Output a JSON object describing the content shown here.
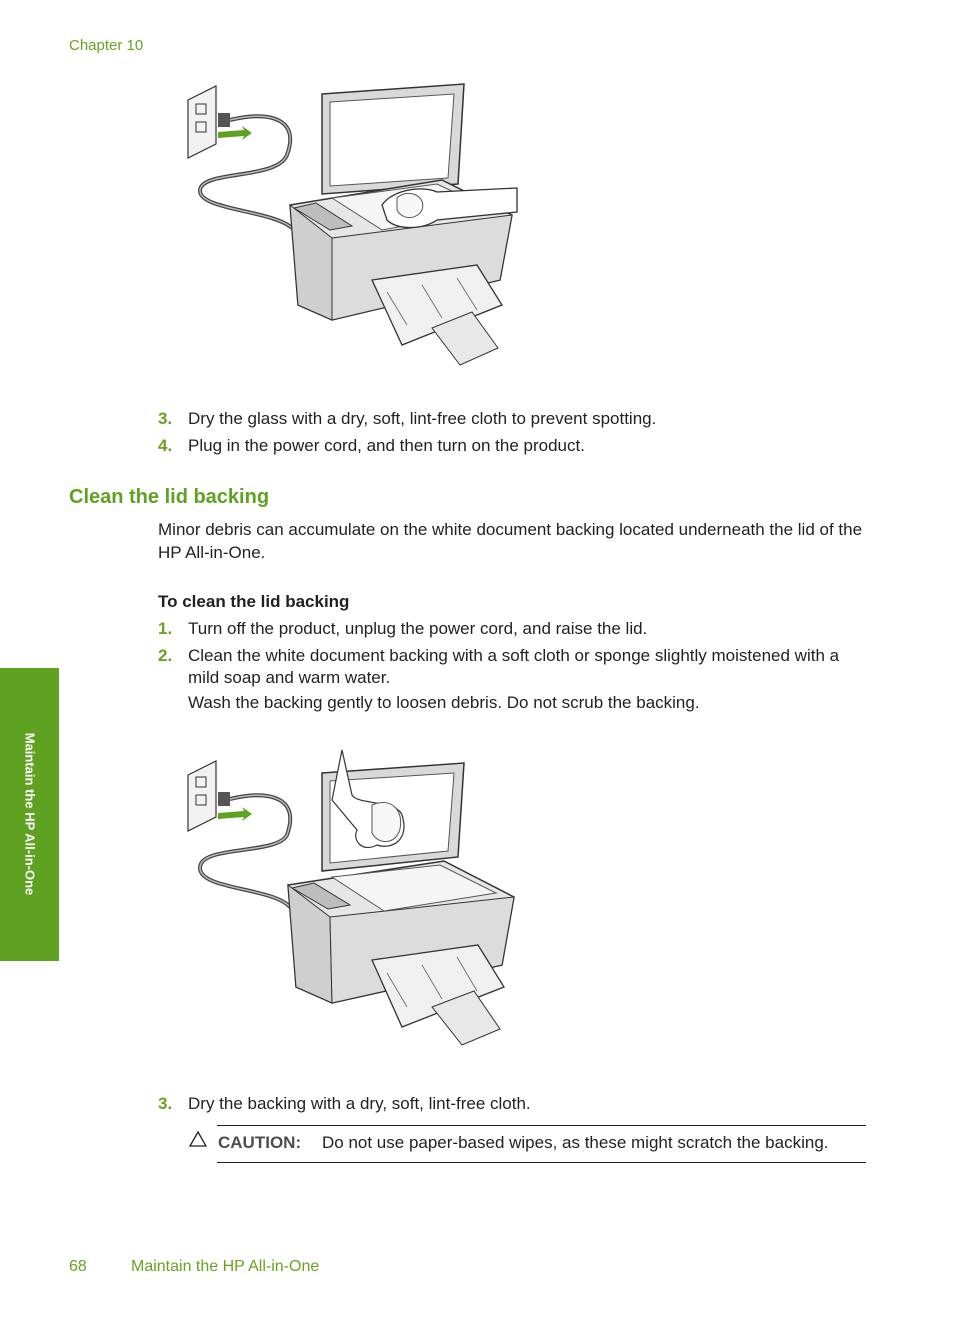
{
  "header": {
    "chapter": "Chapter 10"
  },
  "steps_top": [
    {
      "num": "3.",
      "text": "Dry the glass with a dry, soft, lint-free cloth to prevent spotting."
    },
    {
      "num": "4.",
      "text": "Plug in the power cord, and then turn on the product."
    }
  ],
  "section": {
    "title": "Clean the lid backing",
    "intro": "Minor debris can accumulate on the white document backing located underneath the lid of the HP All-in-One."
  },
  "procedure": {
    "title": "To clean the lid backing",
    "steps": [
      {
        "num": "1.",
        "text": "Turn off the product, unplug the power cord, and raise the lid."
      },
      {
        "num": "2.",
        "text": "Clean the white document backing with a soft cloth or sponge slightly moistened with a mild soap and warm water.",
        "note": "Wash the backing gently to loosen debris. Do not scrub the backing."
      },
      {
        "num": "3.",
        "text": "Dry the backing with a dry, soft, lint-free cloth."
      }
    ]
  },
  "caution": {
    "label": "CAUTION:",
    "text": "Do not use paper-based wipes, as these might scratch the backing.",
    "icon": "warning-triangle-icon"
  },
  "side_tab": {
    "text": "Maintain the HP All-in-One",
    "color": "#5fa221"
  },
  "footer": {
    "page_number": "68",
    "title": "Maintain the HP All-in-One"
  },
  "colors": {
    "accent": "#6aa120",
    "heading": "#5fa221",
    "arrow": "#5fa221"
  }
}
